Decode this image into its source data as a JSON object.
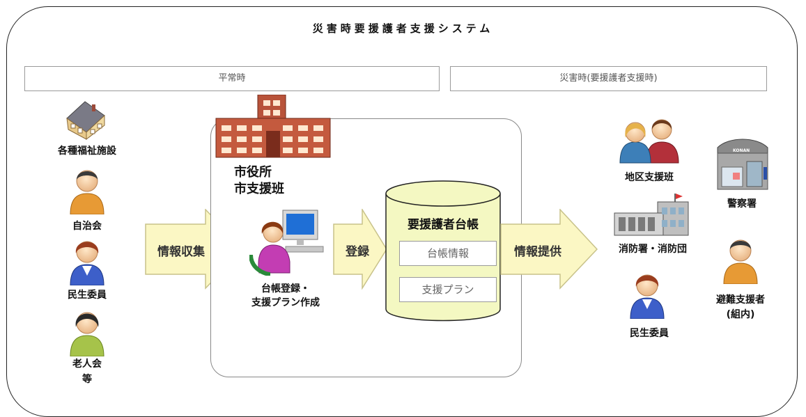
{
  "title": "災害時要援護者支援システム",
  "phases": {
    "normal": "平常時",
    "disaster": "災害時(要援護者支援時)"
  },
  "left_sources": {
    "welfare_facilities": "各種福祉施設",
    "neighborhood_assoc": "自治会",
    "welfare_commissioner": "民生委員",
    "senior_club": [
      "老人会",
      "等"
    ]
  },
  "arrows": {
    "collect": "情報収集",
    "register": "登録",
    "provide": "情報提供"
  },
  "city": {
    "line1": "市役所",
    "line2": "市支援班",
    "task_line1": "台帳登録・",
    "task_line2": "支援プラン作成"
  },
  "ledger": {
    "title": "要援護者台帳",
    "items": [
      "台帳情報",
      "支援プラン"
    ]
  },
  "right_recipients": {
    "district_team": "地区支援班",
    "police": "警察署",
    "fire": "消防署・消防団",
    "evacuation_supporter": [
      "避難支援者",
      "(組内)"
    ],
    "welfare_commissioner": "民生委員"
  },
  "police_sign": "KONAN",
  "colors": {
    "arrow_fill": "#fbf7c4",
    "arrow_stroke": "#c8c28a",
    "db_fill": "#f4f8c2",
    "building_brick": "#b8533a"
  }
}
